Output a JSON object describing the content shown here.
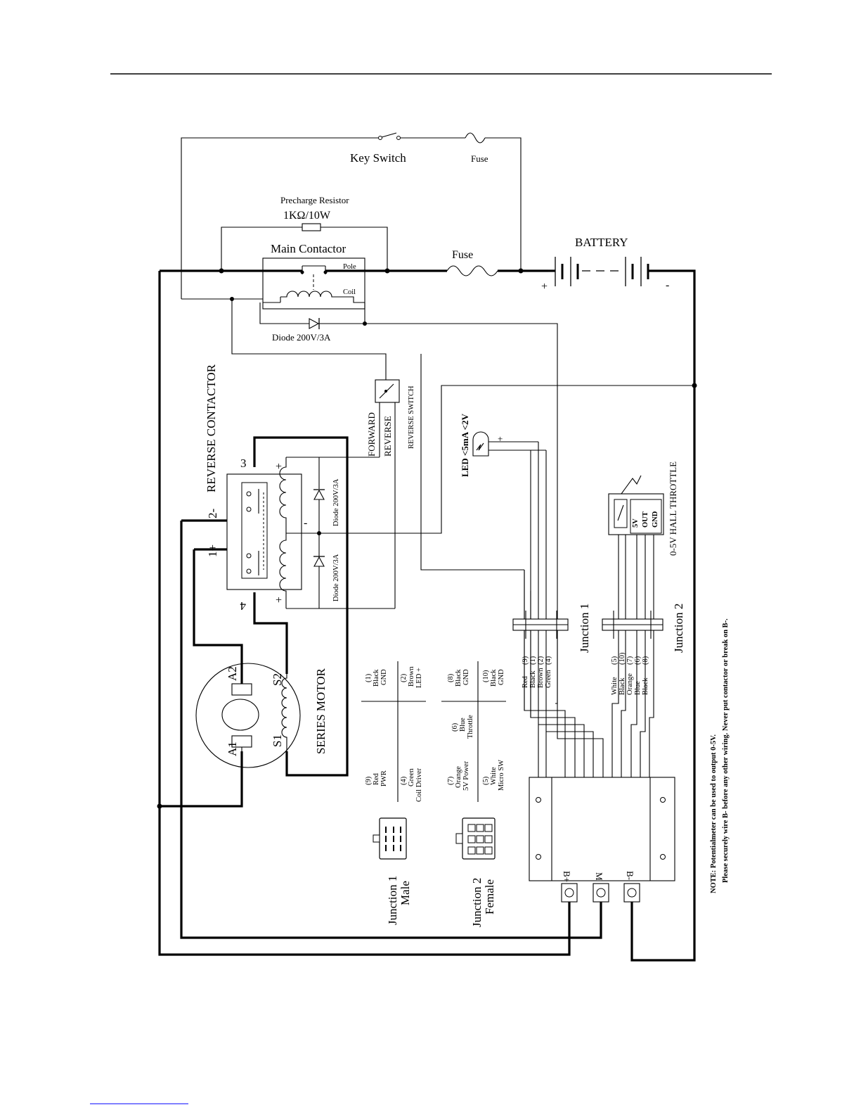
{
  "labels": {
    "key_switch": "Key Switch",
    "fuse_top": "Fuse",
    "precharge_title": "Precharge Resistor",
    "precharge_value": "1KΩ/10W",
    "main_contactor": "Main Contactor",
    "pole": "Pole",
    "coil": "Coil",
    "fuse_main": "Fuse",
    "battery": "BATTERY",
    "battery_plus": "+",
    "battery_minus": "-",
    "diode_main": "Diode  200V/3A",
    "reverse_contactor": "REVERSE CONTACTOR",
    "forward": "FORWARD",
    "reverse": "REVERSE",
    "reverse_switch": "REVERSE SWITCH",
    "led": "LED  <5mA <2V",
    "led_plus": "+",
    "diode_rc_upper": "Diode 200V/3A",
    "diode_rc_lower": "Diode 200V/3A",
    "rc_terminal_3": "3",
    "rc_terminal_4": "4",
    "rc_terminal_2": "2-",
    "rc_terminal_1": "1+",
    "rc_plus_top": "+",
    "rc_plus_bottom": "+",
    "rc_minus": "-",
    "series_motor": "SERIES MOTOR",
    "motor_a1": "A1",
    "motor_a2": "A2",
    "motor_s1": "S1",
    "motor_s2": "S2",
    "hall_throttle": "0-5V HALL THROTTLE",
    "throttle_5v": "5V",
    "throttle_out": "OUT",
    "throttle_gnd": "GND",
    "junction1": "Junction 1",
    "junction2": "Junction 2",
    "junction1_male_1": "Junction 1",
    "junction1_male_2": "Male",
    "junction2_female_1": "Junction  2",
    "junction2_female_2": "Female",
    "terminal_bplus": "B+",
    "terminal_m": "M",
    "terminal_bminus": "B-",
    "note_line1": "NOTE: Potentialmeter can be used to output 0-5V.",
    "note_line2": "Please securely wire B- before any other wiring. Never put contactor or break on B-."
  },
  "junction1_wires": [
    {
      "num": "(9)",
      "color": "Red"
    },
    {
      "num": "(1)",
      "color": "Black"
    },
    {
      "num": "(2)",
      "color": "Brown"
    },
    {
      "num": "(4)",
      "color": "Green"
    }
  ],
  "junction2_wires": [
    {
      "num": "(5)",
      "color": "White"
    },
    {
      "num": "(10)",
      "color": "Black"
    },
    {
      "num": "(7)",
      "color": "Orange"
    },
    {
      "num": "(6)",
      "color": "Blue"
    },
    {
      "num": "(8)",
      "color": "Black"
    }
  ],
  "pin_table_j1": [
    {
      "num": "(1)",
      "color": "Black",
      "func": "GND"
    },
    {
      "num": "(2)",
      "color": "Brown",
      "func": "LED +"
    },
    {
      "num": "(9)",
      "color": "Red",
      "func": "PWR"
    },
    {
      "num": "(4)",
      "color": "Green",
      "func": "Coil Driver"
    }
  ],
  "pin_table_j2": [
    {
      "num": "(8)",
      "color": "Black",
      "func": "GND"
    },
    {
      "num": "(10)",
      "color": "Black",
      "func": "GND"
    },
    {
      "num": "(6)",
      "color": "Blue",
      "func": "Throttle"
    },
    {
      "num": "(7)",
      "color": "Orange",
      "func": "5V Power"
    },
    {
      "num": "(5)",
      "color": "White",
      "func": "Micro SW"
    }
  ]
}
